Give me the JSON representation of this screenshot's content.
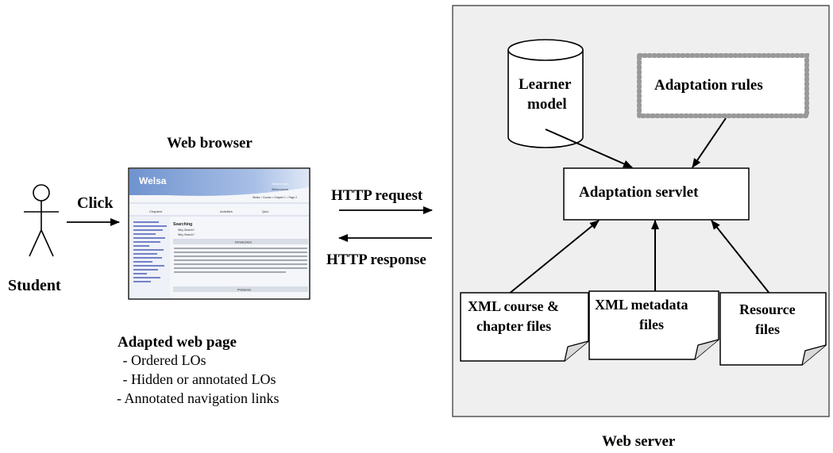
{
  "student": {
    "label": "Student"
  },
  "click_label": "Click",
  "browser": {
    "title": "Web browser",
    "screenshot": {
      "logo": "Welsa",
      "header_lines": [
        "Student name",
        "Welsa course"
      ],
      "nav_text": "Welsa > Course > Chapter 1 > Page 2",
      "tabs": [
        "Chapters",
        "Activities",
        "Quiz"
      ],
      "section_title": "Searching",
      "bullets": [
        "Why Search?",
        "Why Search?"
      ],
      "panel_titles": [
        "Introduction",
        "Problems"
      ]
    },
    "adapted": {
      "title": "Adapted web page",
      "items": [
        " - Ordered LOs",
        " - Hidden or annotated LOs",
        "- Annotated navigation links"
      ]
    }
  },
  "http": {
    "request": "HTTP request",
    "response": "HTTP response"
  },
  "server": {
    "title": "Web server",
    "learner_model": [
      "Learner",
      "model"
    ],
    "adaptation_rules": "Adaptation rules",
    "servlet": "Adaptation servlet",
    "files": [
      [
        "XML course &",
        "chapter files"
      ],
      [
        "XML metadata",
        "files"
      ],
      [
        "Resource",
        "files"
      ]
    ]
  },
  "colors": {
    "server_bg": "#efefef",
    "browser_header": "#7a9fd6",
    "link_blue": "#2b3fa8",
    "dotted_border": "#aaaaaa"
  }
}
